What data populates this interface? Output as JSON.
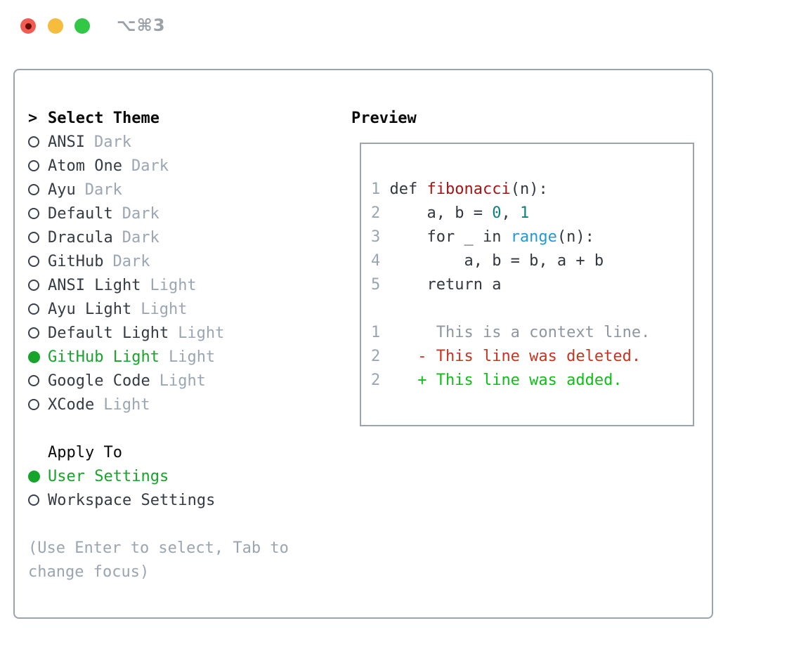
{
  "window": {
    "title": "⌥⌘3"
  },
  "colors": {
    "border_gray": "#9aa4ae",
    "text_dark": "#32383f",
    "muted_gray": "#9aa6b4",
    "selection_green": "#17a42b",
    "added_green": "#0fbf17",
    "deleted_red": "#c9331f",
    "function_red": "#a31616",
    "number_teal": "#0e7f80",
    "builtin_blue": "#1d9bd8",
    "traffic_red": "#f15b51",
    "traffic_yellow": "#f6bc3d",
    "traffic_green": "#33c748"
  },
  "theme_picker": {
    "prompt": ">",
    "title": "Select Theme",
    "items": [
      {
        "name": "ANSI",
        "variant": "Dark",
        "selected": false
      },
      {
        "name": "Atom One",
        "variant": "Dark",
        "selected": false
      },
      {
        "name": "Ayu",
        "variant": "Dark",
        "selected": false
      },
      {
        "name": "Default",
        "variant": "Dark",
        "selected": false
      },
      {
        "name": "Dracula",
        "variant": "Dark",
        "selected": false
      },
      {
        "name": "GitHub",
        "variant": "Dark",
        "selected": false
      },
      {
        "name": "ANSI Light",
        "variant": "Light",
        "selected": false
      },
      {
        "name": "Ayu Light",
        "variant": "Light",
        "selected": false
      },
      {
        "name": "Default Light",
        "variant": "Light",
        "selected": false
      },
      {
        "name": "GitHub Light",
        "variant": "Light",
        "selected": true
      },
      {
        "name": "Google Code",
        "variant": "Light",
        "selected": false
      },
      {
        "name": "XCode",
        "variant": "Light",
        "selected": false
      }
    ],
    "apply_to": {
      "title": "Apply To",
      "options": [
        {
          "label": "User Settings",
          "selected": true
        },
        {
          "label": "Workspace Settings",
          "selected": false
        }
      ]
    },
    "hint_line_1": "(Use Enter to select, Tab to",
    "hint_line_2": "change focus)"
  },
  "preview": {
    "title": "Preview",
    "lines": [
      {
        "segments": [
          {
            "type": "line-number",
            "text": "1"
          },
          {
            "type": "code",
            "text": " def "
          },
          {
            "type": "function",
            "text": "fibonacci"
          },
          {
            "type": "code",
            "text": "(n):"
          }
        ]
      },
      {
        "segments": [
          {
            "type": "line-number",
            "text": "2"
          },
          {
            "type": "code",
            "text": "     a, b = "
          },
          {
            "type": "number",
            "text": "0"
          },
          {
            "type": "code",
            "text": ", "
          },
          {
            "type": "number",
            "text": "1"
          }
        ]
      },
      {
        "segments": [
          {
            "type": "line-number",
            "text": "3"
          },
          {
            "type": "code",
            "text": "     for _ in "
          },
          {
            "type": "builtin",
            "text": "range"
          },
          {
            "type": "code",
            "text": "(n):"
          }
        ]
      },
      {
        "segments": [
          {
            "type": "line-number",
            "text": "4"
          },
          {
            "type": "code",
            "text": "         a, b = b, a + b"
          }
        ]
      },
      {
        "segments": [
          {
            "type": "line-number",
            "text": "5"
          },
          {
            "type": "code",
            "text": "     return a"
          }
        ]
      },
      {
        "segments": []
      },
      {
        "segments": [
          {
            "type": "line-number",
            "text": "1"
          },
          {
            "type": "context",
            "text": "      This is a context line."
          }
        ]
      },
      {
        "segments": [
          {
            "type": "line-number",
            "text": "2"
          },
          {
            "type": "code",
            "text": "    "
          },
          {
            "type": "deleted",
            "text": "- This line was deleted."
          }
        ]
      },
      {
        "segments": [
          {
            "type": "line-number",
            "text": "2"
          },
          {
            "type": "code",
            "text": "    "
          },
          {
            "type": "added",
            "text": "+ This line was added."
          }
        ]
      }
    ]
  }
}
